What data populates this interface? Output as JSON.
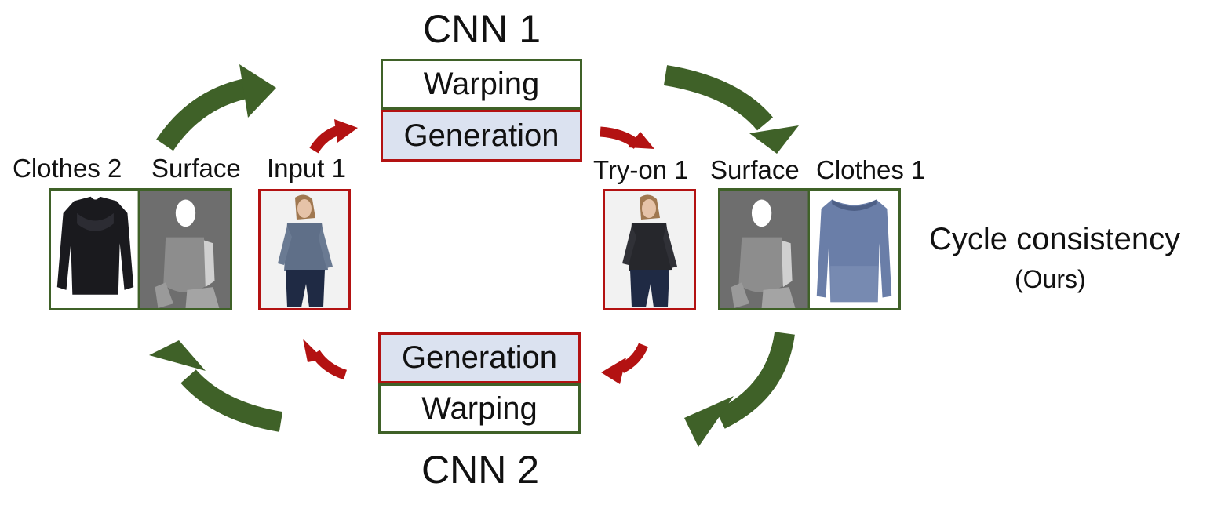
{
  "cnn1": {
    "title": "CNN 1",
    "top_label": "Warping",
    "bottom_label": "Generation"
  },
  "cnn2": {
    "title": "CNN 2",
    "top_label": "Generation",
    "bottom_label": "Warping"
  },
  "left_group": {
    "clothes_label": "Clothes 2",
    "surface_label": "Surface",
    "input_label": "Input 1"
  },
  "right_group": {
    "tryon_label": "Try-on 1",
    "surface_label": "Surface",
    "clothes_label": "Clothes 1"
  },
  "caption": {
    "title": "Cycle consistency",
    "subtitle": "(Ours)"
  },
  "colors": {
    "green": "#3f6128",
    "red": "#b31212",
    "box_fill": "#dbe2f0"
  }
}
